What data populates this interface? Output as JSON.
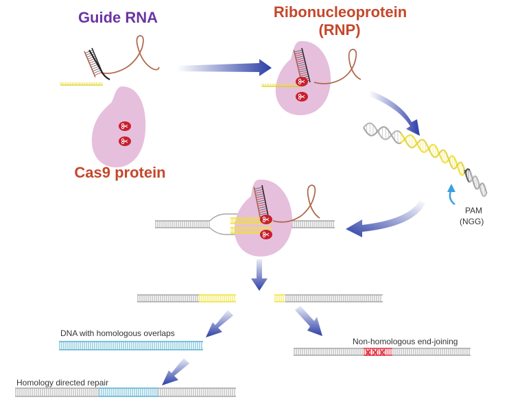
{
  "labels": {
    "guide_rna": "Guide RNA",
    "rnp_line1": "Ribonucleoprotein",
    "rnp_line2": "(RNP)",
    "cas9": "Cas9 protein",
    "pam_line1": "PAM",
    "pam_line2": "(NGG)",
    "hom_overlaps": "DNA with homologous overlaps",
    "nhej": "Non-homologous end-joining",
    "hdr": "Homology directed repair",
    "mutation_marks": "XXX"
  },
  "colors": {
    "title_purple": "#6a35a3",
    "title_red": "#c4472a",
    "protein": "#e6bfdd",
    "scissor_red": "#c8202e",
    "arrow_blue": "#2c3fa6",
    "dna_gray": "#a6a6a6",
    "dna_yellow": "#f0e035",
    "dna_cyan": "#59b0cf",
    "rna_brown": "#b06a4e",
    "pam_blue": "#3aa0e0"
  }
}
